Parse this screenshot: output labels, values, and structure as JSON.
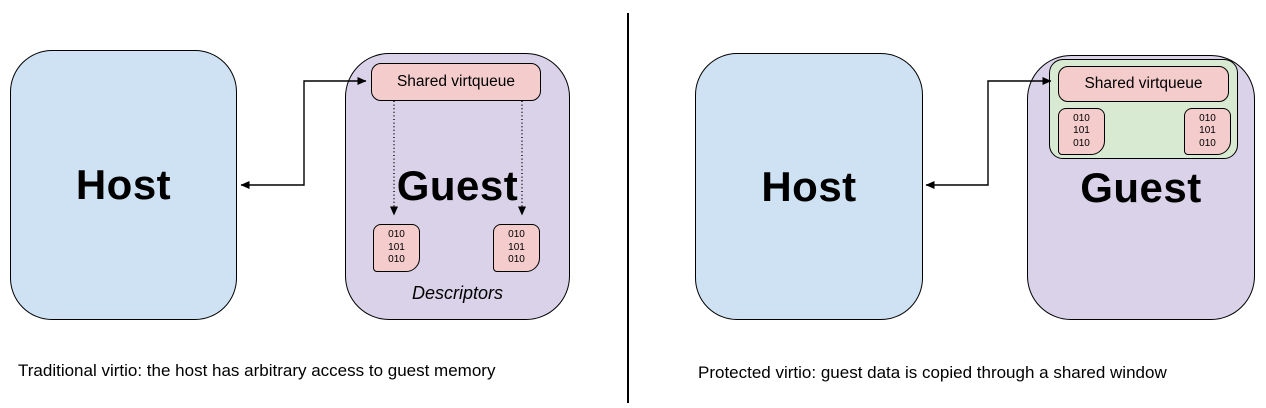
{
  "diagram": {
    "left_panel": {
      "host_label": "Host",
      "guest_label": "Guest",
      "shared_virtqueue_label": "Shared virtqueue",
      "descriptor_blocks": [
        "010\n101\n010",
        "010\n101\n010"
      ],
      "descriptors_label": "Descriptors",
      "caption": "Traditional virtio: the host has arbitrary access to guest memory"
    },
    "right_panel": {
      "host_label": "Host",
      "guest_label": "Guest",
      "shared_virtqueue_label": "Shared virtqueue",
      "shared_window_blocks": [
        "010\n101\n010",
        "010\n101\n010"
      ],
      "caption": "Protected virtio: guest data is copied through a shared window"
    },
    "colors": {
      "host_fill": "#cfe2f3",
      "guest_fill": "#d9d2e9",
      "virtqueue_fill": "#f4cccc",
      "shared_window_fill": "#d9ead3",
      "border": "#000000"
    }
  }
}
